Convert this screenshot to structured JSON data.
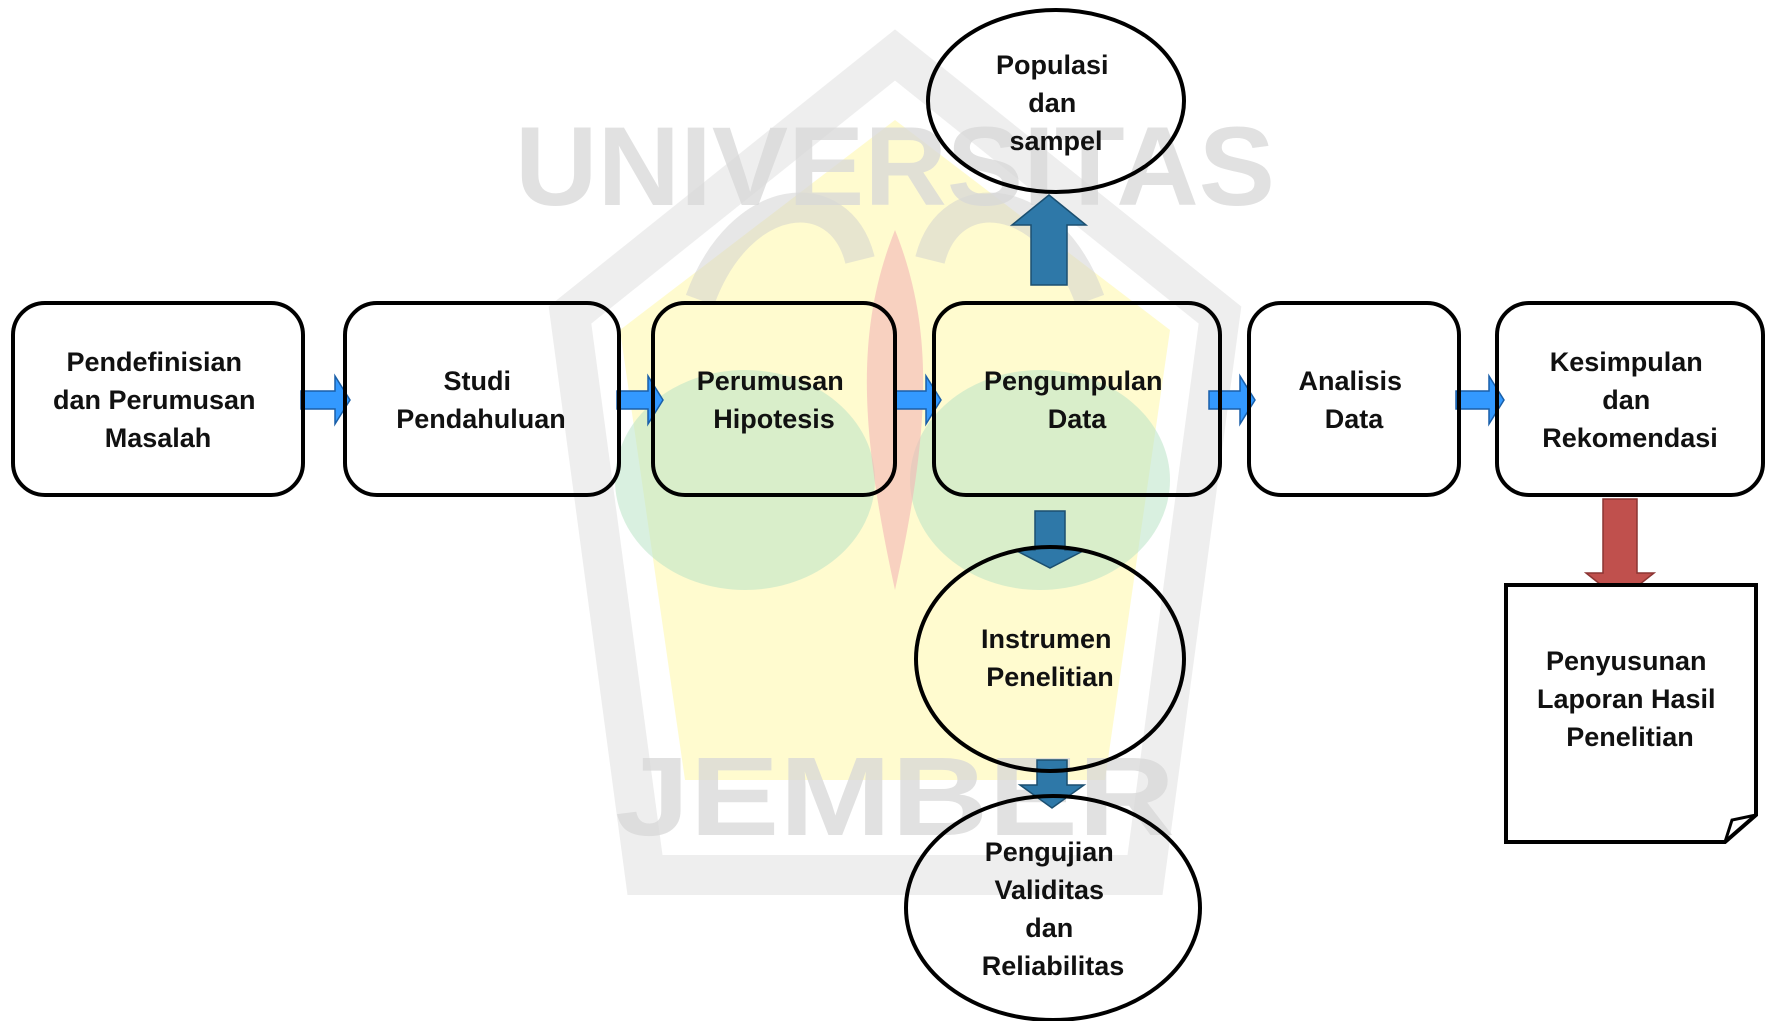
{
  "watermark": {
    "top_text": "UNIVERSITAS",
    "bottom_text": "JEMBER"
  },
  "colors": {
    "box_stroke": "#000000",
    "flow_arrow": "#3399ff",
    "branch_arrow": "#2e78a8",
    "report_arrow": "#c0504d",
    "text": "#111111",
    "watermark_yellow": "#fff7a8",
    "watermark_gray": "#cfcfcf",
    "watermark_green": "#b9e3c6",
    "watermark_red": "#f4b6b6"
  },
  "nodes": {
    "pendefinisian": {
      "lines": [
        "Pendefinisian",
        "dan Perumusan",
        "Masalah"
      ]
    },
    "studi": {
      "lines": [
        "Studi",
        "Pendahuluan"
      ]
    },
    "perumusan": {
      "lines": [
        "Perumusan",
        "Hipotesis"
      ]
    },
    "pengumpulan": {
      "lines": [
        "Pengumpulan",
        "Data"
      ]
    },
    "analisis": {
      "lines": [
        "Analisis",
        "Data"
      ]
    },
    "kesimpulan": {
      "lines": [
        "Kesimpulan",
        "dan",
        "Rekomendasi"
      ]
    },
    "populasi": {
      "lines": [
        "Populasi",
        "dan",
        "sampel"
      ]
    },
    "instrumen": {
      "lines": [
        "Instrumen",
        "Penelitian"
      ]
    },
    "pengujian": {
      "lines": [
        "Pengujian",
        "Validitas",
        "dan",
        "Reliabilitas"
      ]
    },
    "laporan": {
      "lines": [
        "Penyusunan",
        "Laporan Hasil",
        "Penelitian"
      ]
    }
  }
}
